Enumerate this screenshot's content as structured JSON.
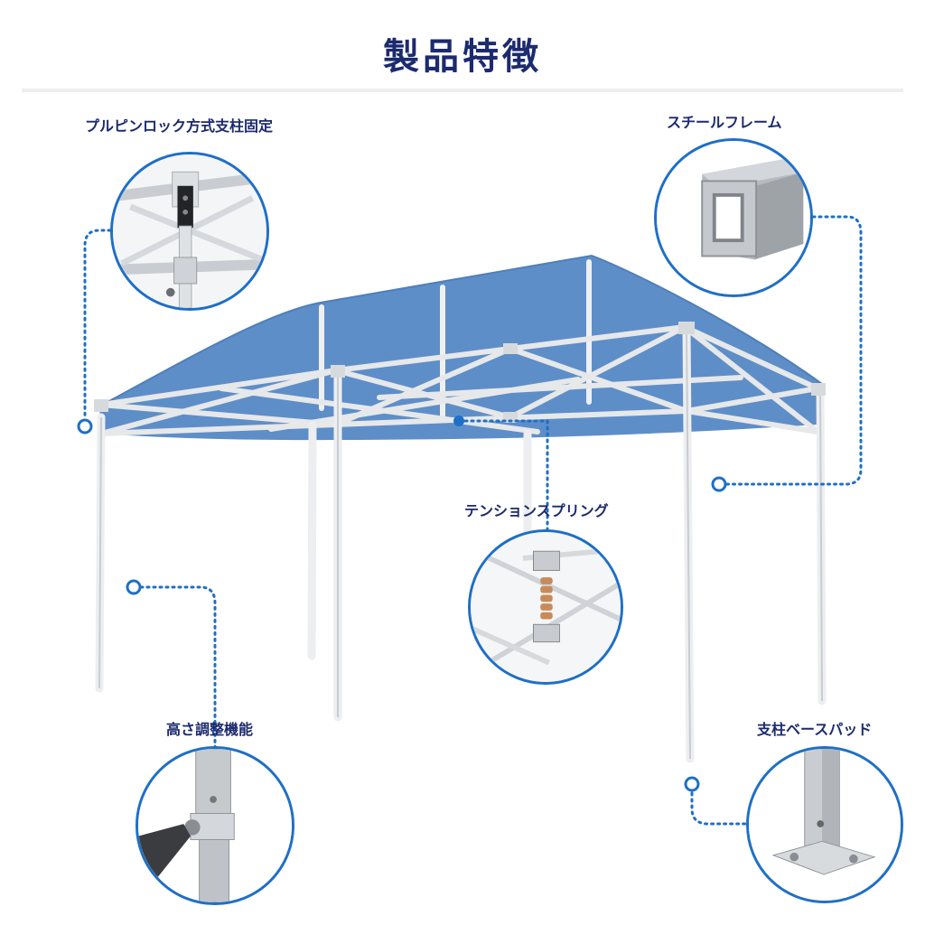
{
  "header": {
    "title": "製品特徴"
  },
  "features": [
    {
      "id": "pin-lock",
      "label": "プルピンロック方式支柱固定"
    },
    {
      "id": "steel-frame",
      "label": "スチールフレーム"
    },
    {
      "id": "tension-spring",
      "label": "テンションスプリング"
    },
    {
      "id": "height-adjust",
      "label": "高さ調整機能"
    },
    {
      "id": "base-pad",
      "label": "支柱ベースパッド"
    }
  ],
  "colors": {
    "title": "#1c2a6e",
    "accent": "#1e6fc7",
    "canopy": "#5e8ec8",
    "frame": "#e6e8ea"
  }
}
